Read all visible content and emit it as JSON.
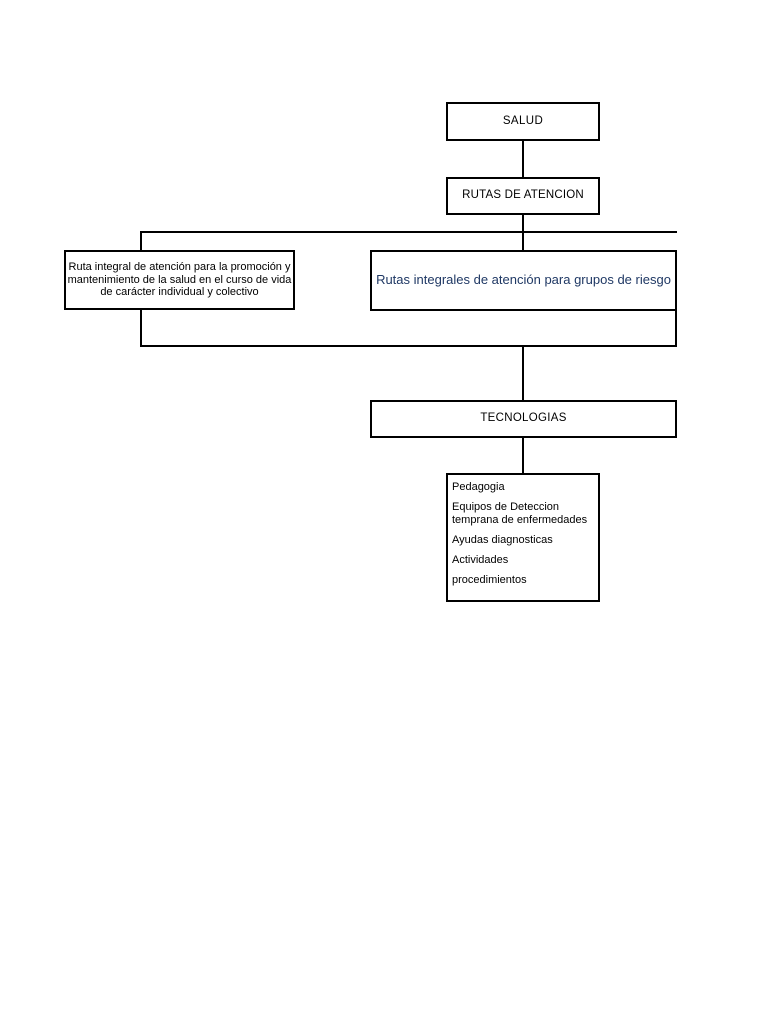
{
  "document": {
    "title": "SALUD - Rutas de atención",
    "page_background": "#ffffff",
    "line_color": "#000000",
    "accent_text_color": "#1F3864"
  },
  "diagram": {
    "type": "flowchart",
    "orientation": "top-down",
    "nodes": [
      {
        "id": "salud",
        "label": "SALUD",
        "text_color": "#000000",
        "align": "center"
      },
      {
        "id": "rutas-atencion",
        "label": "RUTAS DE ATENCION",
        "text_color": "#000000",
        "align": "center"
      },
      {
        "id": "ruta-individual",
        "label": "Ruta integral de atención para la promoción y mantenimiento de la salud en el curso de vida de carácter individual y colectivo",
        "text_color": "#000000",
        "align": "center"
      },
      {
        "id": "rutas-grupos",
        "label": "Rutas integrales de atención para grupos de riesgo",
        "text_color": "#1F3864",
        "align": "center"
      },
      {
        "id": "tecnologias",
        "label": "TECNOLOGIAS",
        "text_color": "#000000",
        "align": "center"
      }
    ],
    "list_box": {
      "id": "tecnologias-list",
      "items": [
        "Pedagogia",
        "Equipos de Deteccion temprana de enfermedades",
        "Ayudas diagnosticas",
        "Actividades",
        "procedimientos"
      ]
    },
    "edges": [
      {
        "from": "salud",
        "to": "rutas-atencion"
      },
      {
        "from": "rutas-atencion",
        "to": "ruta-individual"
      },
      {
        "from": "rutas-atencion",
        "to": "rutas-grupos"
      },
      {
        "from": "ruta-individual",
        "to": "tecnologias"
      },
      {
        "from": "rutas-grupos",
        "to": "tecnologias"
      },
      {
        "from": "tecnologias",
        "to": "tecnologias-list"
      }
    ]
  }
}
